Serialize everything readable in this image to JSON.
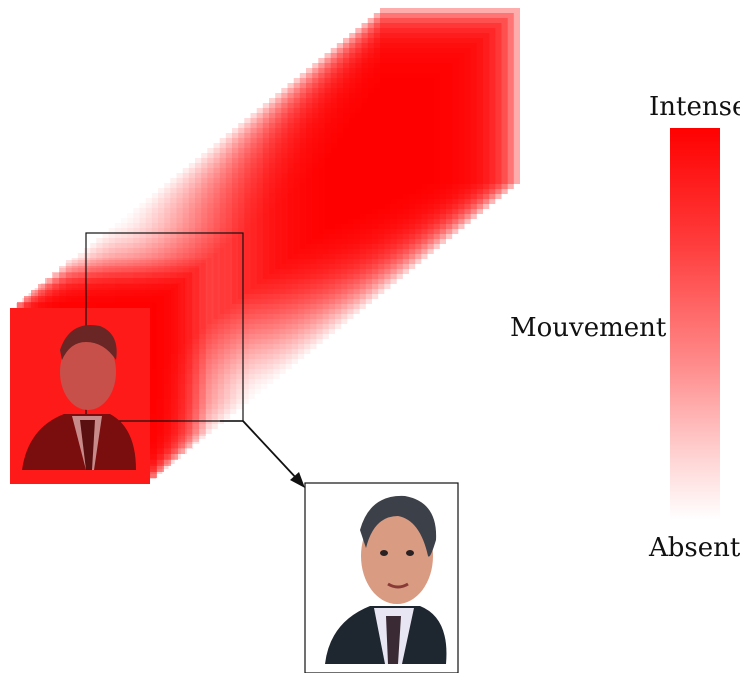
{
  "legend": {
    "top_label": "Intense",
    "middle_label": "Mouvement",
    "bottom_label": "Absent",
    "color_high": "#ff0000",
    "color_low": "#ffffff"
  },
  "icons": {
    "frame_subject": "person-portrait-icon",
    "arrow": "arrow-down-right-icon"
  }
}
